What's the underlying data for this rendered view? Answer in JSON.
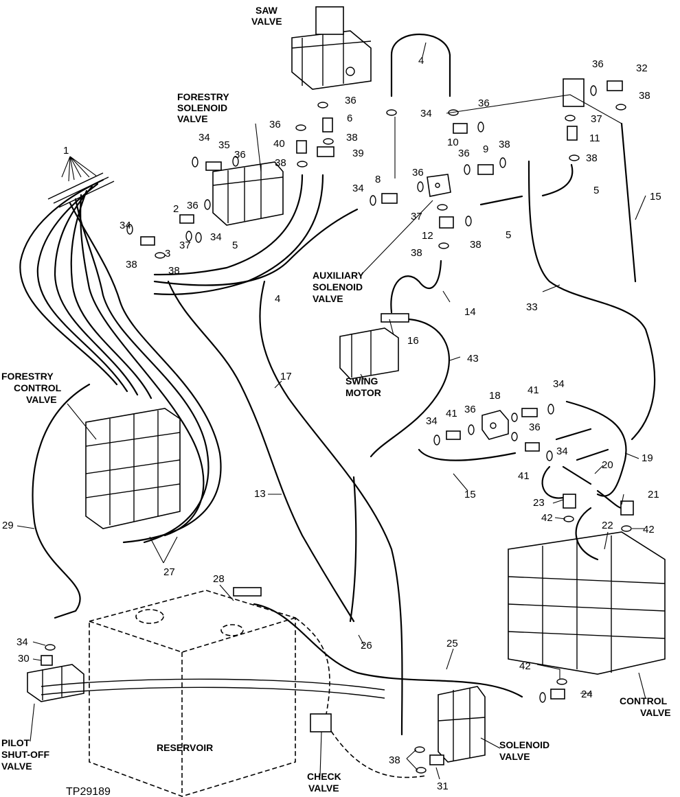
{
  "figure_id": "TP29189",
  "components": {
    "saw_valve": [
      "SAW",
      "VALVE"
    ],
    "forestry_solenoid_valve": [
      "FORESTRY",
      "SOLENOID",
      "VALVE"
    ],
    "auxiliary_solenoid_valve": [
      "AUXILIARY",
      "SOLENOID",
      "VALVE"
    ],
    "swing_motor": [
      "SWING",
      "MOTOR"
    ],
    "forestry_control_valve": [
      "FORESTRY",
      "CONTROL",
      "VALVE"
    ],
    "reservoir": [
      "RESERVOIR"
    ],
    "pilot_shutoff_valve": [
      "PILOT",
      "SHUT-OFF",
      "VALVE"
    ],
    "check_valve": [
      "CHECK",
      "VALVE"
    ],
    "solenoid_valve": [
      "SOLENOID",
      "VALVE"
    ],
    "control_valve": [
      "CONTROL",
      "VALVE"
    ]
  },
  "callouts": [
    "1",
    "2",
    "3",
    "4",
    "5",
    "6",
    "8",
    "9",
    "10",
    "11",
    "12",
    "13",
    "14",
    "15",
    "16",
    "17",
    "18",
    "19",
    "20",
    "21",
    "22",
    "23",
    "24",
    "25",
    "26",
    "27",
    "28",
    "29",
    "30",
    "31",
    "32",
    "33",
    "34",
    "35",
    "36",
    "37",
    "38",
    "39",
    "40",
    "41",
    "42",
    "43"
  ]
}
